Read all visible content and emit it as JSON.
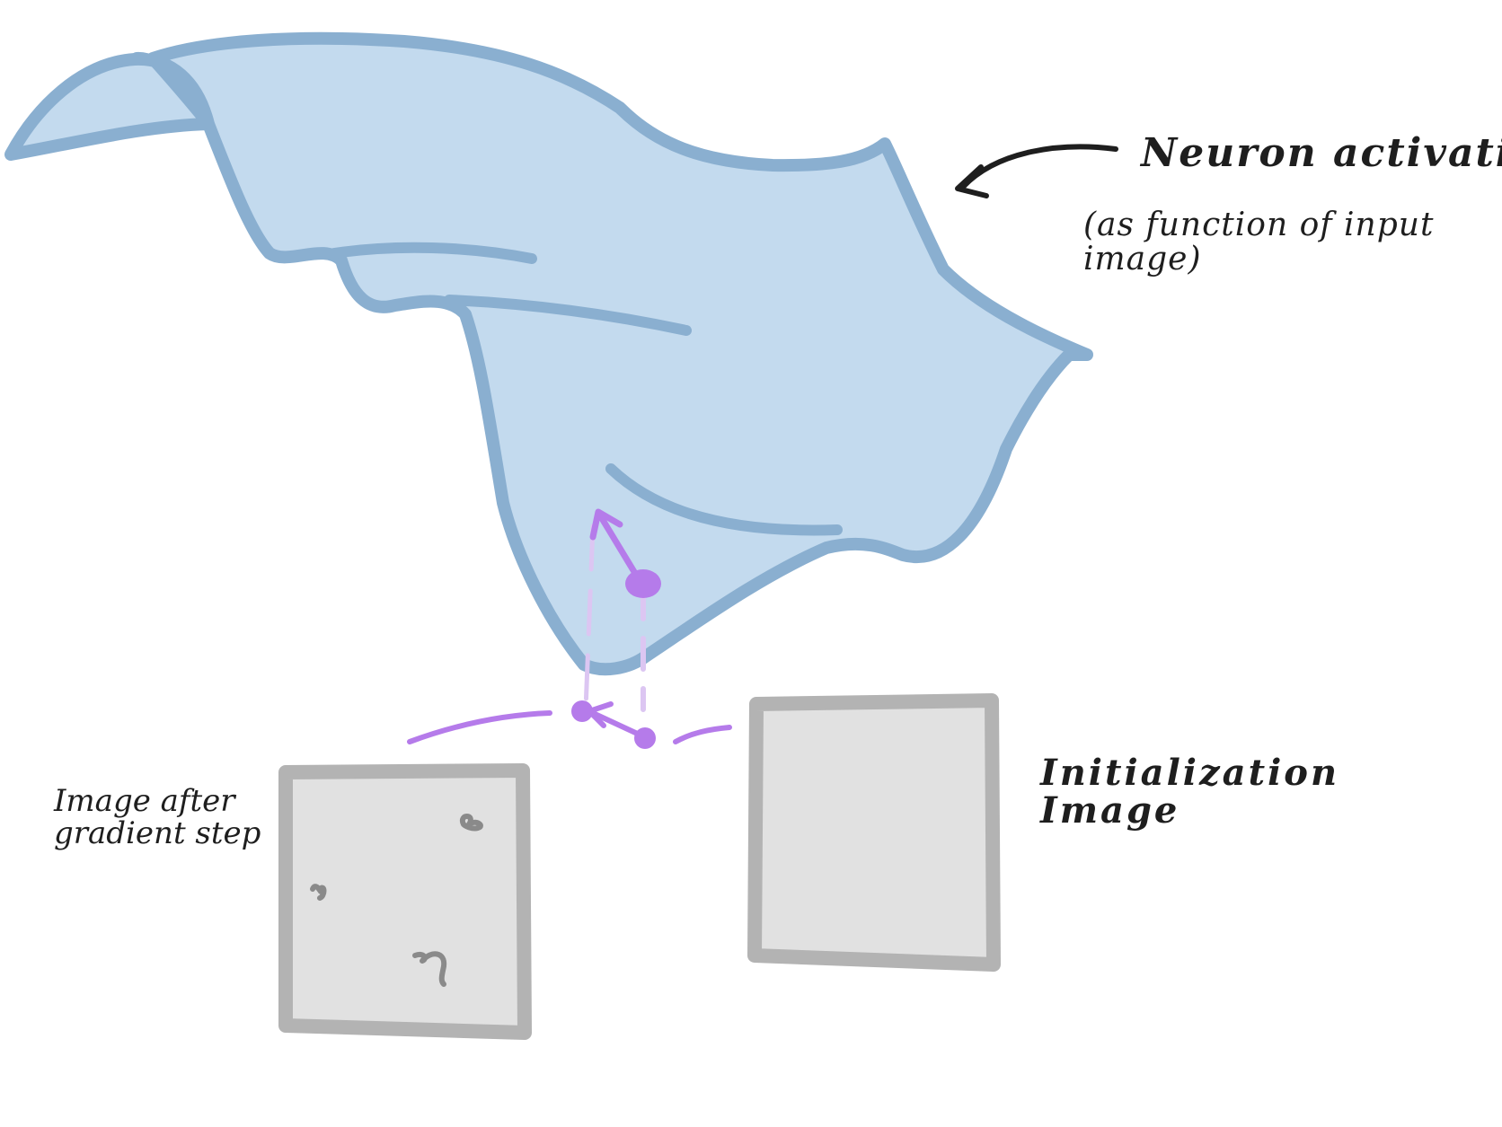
{
  "labels": {
    "neuron_activation": "Neuron activation",
    "activation_subtitle": "(as function of input image)",
    "after_step_image": "Image after gradient step",
    "initialization_image": "Initialization Image"
  },
  "colors": {
    "surface_fill": "#c3daee",
    "surface_stroke": "#8aafd0",
    "box_fill": "#e1e1e1",
    "box_stroke": "#b3b3b3",
    "gradient_purple": "#b57bea",
    "gradient_purple_light": "#dcc6f2",
    "ink": "#1e1e1e",
    "scribble": "#8a8a8a"
  },
  "icons": {
    "annotation_arrow": "curved-arrow-left-icon",
    "gradient_arrow": "arrow-up-left-icon"
  }
}
